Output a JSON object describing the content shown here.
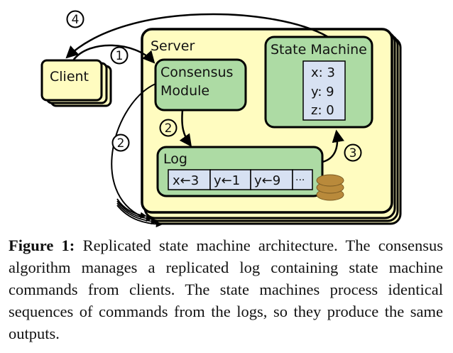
{
  "diagram": {
    "client_label": "Client",
    "server_label": "Server",
    "consensus_label_line1": "Consensus",
    "consensus_label_line2": "Module",
    "state_machine_label": "State Machine",
    "state_vars": [
      "x: 3",
      "y: 9",
      "z: 0"
    ],
    "log_label": "Log",
    "log_entries": [
      "x←3",
      "y←1",
      "y←9",
      "···"
    ],
    "step_labels": {
      "step1": "1",
      "step2_internal": "2",
      "step2_external": "2",
      "step3": "3",
      "step4": "4"
    },
    "icons": {
      "storage": "disk-stack-icon"
    },
    "colors": {
      "client_fill": "#fffcc0",
      "server_fill": "#fffcc0",
      "module_fill": "#addba4",
      "cell_fill": "#d7e1f2",
      "disk_fill": "#b98a3b",
      "stroke": "#000000"
    }
  },
  "caption": {
    "label": "Figure 1:",
    "text": "Replicated state machine architecture. The consensus algorithm manages a replicated log containing state machine commands from clients. The state machines process identical sequences of commands from the logs, so they produce the same outputs."
  }
}
